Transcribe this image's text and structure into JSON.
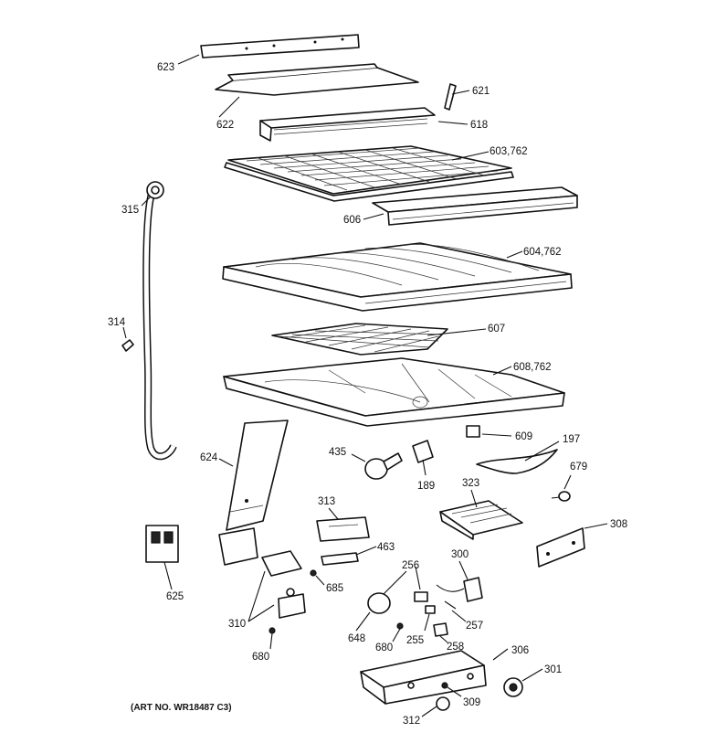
{
  "callouts": {
    "c623": "623",
    "c622": "622",
    "c621": "621",
    "c618": "618",
    "c603_762": "603,762",
    "c606": "606",
    "c315": "315",
    "c604_762": "604,762",
    "c314": "314",
    "c607": "607",
    "c608_762": "608,762",
    "c609": "609",
    "c197": "197",
    "c435": "435",
    "c189": "189",
    "c624": "624",
    "c679": "679",
    "c323": "323",
    "c313": "313",
    "c308": "308",
    "c463": "463",
    "c256": "256",
    "c300": "300",
    "c685": "685",
    "c625": "625",
    "c310": "310",
    "c648": "648",
    "c680a": "680",
    "c255": "255",
    "c257": "257",
    "c258": "258",
    "c680b": "680",
    "c306": "306",
    "c301": "301",
    "c309": "309",
    "c312": "312"
  },
  "art_number": "(ART NO. WR18487 C3)"
}
